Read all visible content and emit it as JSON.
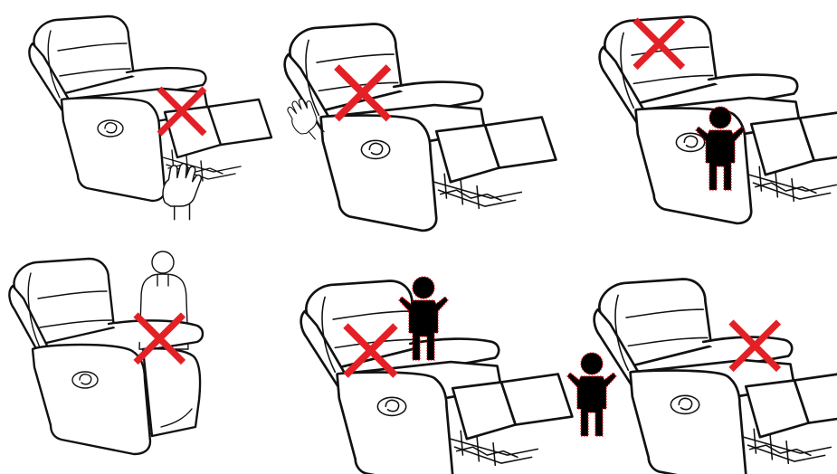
{
  "colors": {
    "line": "#111111",
    "warning_cross": "#e32026",
    "child_silhouette": "#000000",
    "child_outline": "#e00000",
    "background": "#ffffff"
  },
  "panels": [
    {
      "id": "panel-1",
      "chair_state": "partially-reclined",
      "hazard": "hand-under-footrest",
      "icon": "hand-icon"
    },
    {
      "id": "panel-2",
      "chair_state": "fully-reclined",
      "hazard": "hand-near-mechanism",
      "icon": "hand-icon"
    },
    {
      "id": "panel-3",
      "chair_state": "fully-reclined",
      "hazard": "child-under-footrest",
      "icon": "child-icon"
    },
    {
      "id": "panel-4",
      "chair_state": "upright",
      "hazard": "person-behind-chair",
      "icon": "person-icon"
    },
    {
      "id": "panel-5",
      "chair_state": "fully-reclined",
      "hazard": "child-on-armrest",
      "icon": "child-icon"
    },
    {
      "id": "panel-6",
      "chair_state": "fully-reclined",
      "hazard": "child-beside-chair",
      "icon": "child-icon"
    }
  ]
}
